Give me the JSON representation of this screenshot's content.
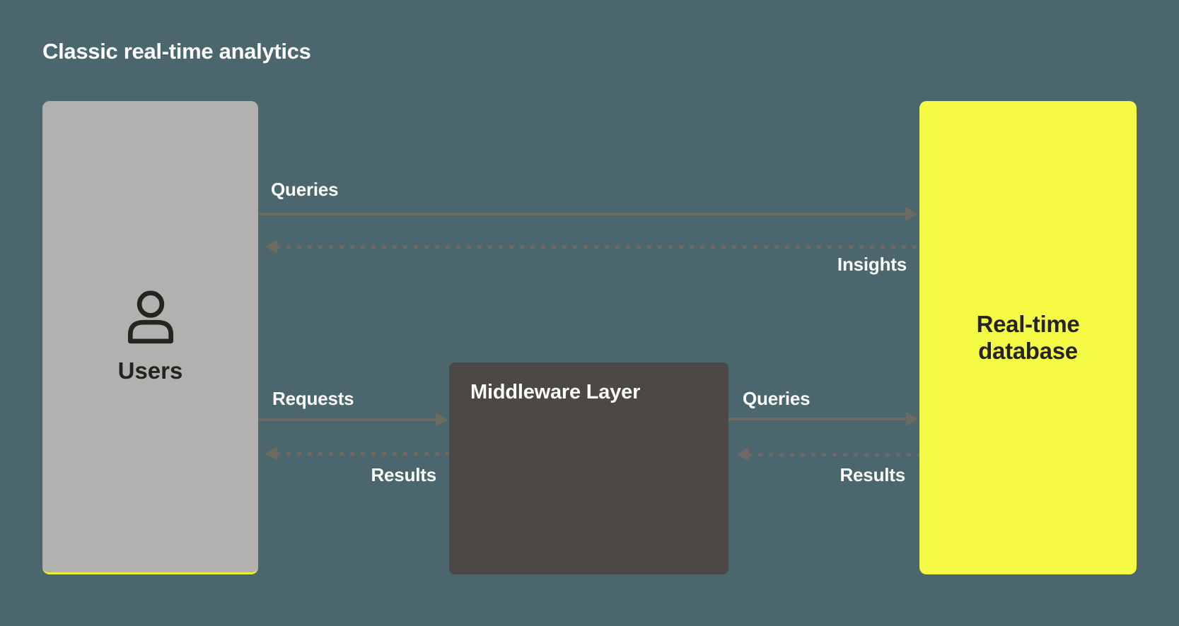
{
  "title": "Classic real-time analytics",
  "colors": {
    "background": "#4c666d",
    "users_box": "#b2b1b0",
    "middleware_box": "#4b4846",
    "database_box": "#f5fa45",
    "users_box_underline": "#e6ed3a",
    "arrow": "#6c6a62",
    "light_text": "#fbfbf9",
    "dark_text": "#262420"
  },
  "nodes": {
    "users": {
      "label": "Users",
      "icon": "person-icon"
    },
    "middleware": {
      "label": "Middleware Layer"
    },
    "database": {
      "label": "Real-time database"
    }
  },
  "arrows": {
    "users_to_database": {
      "label": "Queries",
      "style": "solid",
      "direction": "right"
    },
    "database_to_users": {
      "label": "Insights",
      "style": "dashed",
      "direction": "left"
    },
    "users_to_middleware": {
      "label": "Requests",
      "style": "solid",
      "direction": "right"
    },
    "middleware_to_users": {
      "label": "Results",
      "style": "dashed",
      "direction": "left"
    },
    "middleware_to_database": {
      "label": "Queries",
      "style": "solid",
      "direction": "right"
    },
    "database_to_middleware": {
      "label": "Results",
      "style": "dashed",
      "direction": "left"
    }
  }
}
